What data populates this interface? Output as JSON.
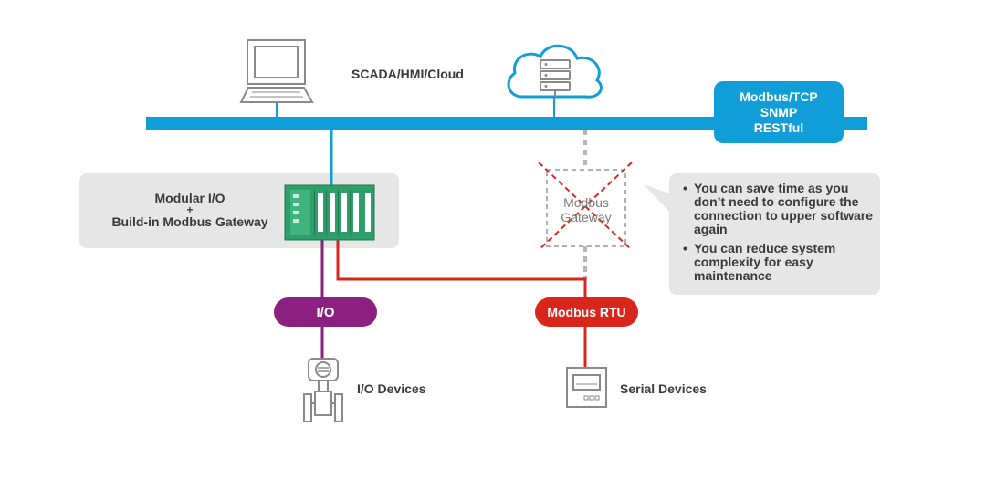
{
  "labels": {
    "scada": "SCADA/HMI/Cloud",
    "modular_io_line1": "Modular I/O",
    "modular_io_line2": "+",
    "modular_io_line3": "Build-in Modbus Gateway",
    "gateway_line1": "Modbus",
    "gateway_line2": "Gateway",
    "io_devices": "I/O Devices",
    "serial_devices": "Serial Devices"
  },
  "protocols": {
    "line1": "Modbus/TCP",
    "line2": "SNMP",
    "line3": "RESTful"
  },
  "pills": {
    "io": "I/O",
    "rtu": "Modbus RTU"
  },
  "notes": [
    "You can save time as you don’t need to configure the connection to upper software again",
    "You can reduce system complexity for easy maintenance"
  ],
  "colors": {
    "ethernet": "#109dd8",
    "io_line": "#8b2081",
    "rtu_line": "#d9261c",
    "cross": "#d9261c",
    "panel": "#e6e6e6",
    "icon_stroke": "#8a8a8a",
    "module_green": "#2e9e6a"
  },
  "icons": [
    "computer-icon",
    "cloud-server-icon",
    "modular-io-device-icon",
    "flow-meter-icon",
    "serial-device-icon"
  ]
}
